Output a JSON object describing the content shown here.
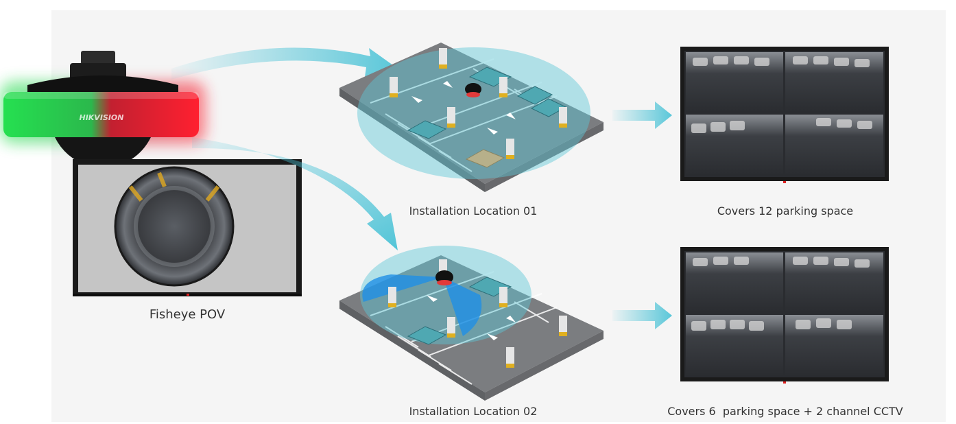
{
  "camera": {
    "brand": "HIKVISION",
    "caption": "Fisheye POV"
  },
  "locations": [
    {
      "caption": "Installation Location 01",
      "result": "Covers 12 parking space"
    },
    {
      "caption": "Installation Location 02",
      "result": "Covers 6  parking space + 2 channel CCTV"
    }
  ],
  "colors": {
    "background": "#f5f5f5",
    "coverage": "#5ec8d8",
    "sector": "#1f8fe6",
    "red_light": "#ff2030",
    "green_light": "#25e050",
    "arrow": "#49c2d6"
  }
}
